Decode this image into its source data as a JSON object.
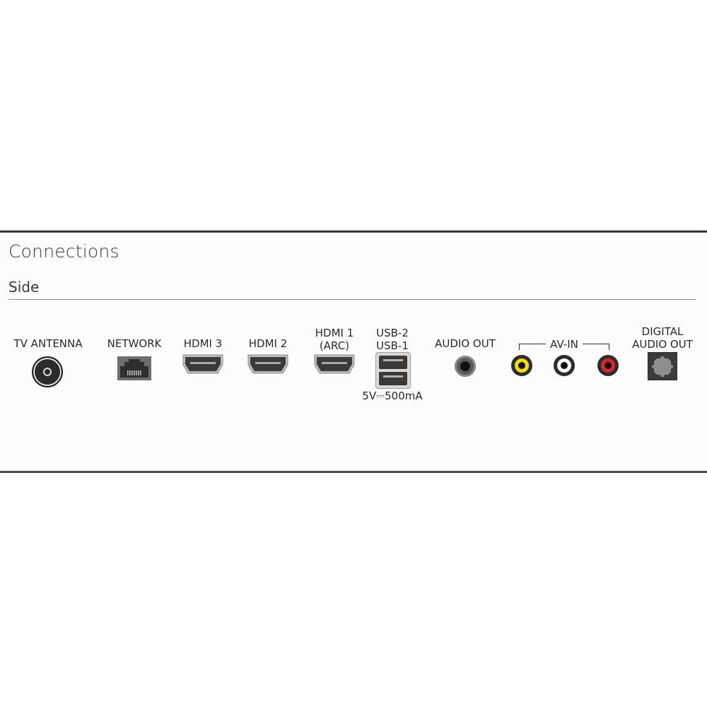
{
  "title": "Connections",
  "section": "Side",
  "ports": [
    {
      "id": "tv-antenna",
      "label": "TV ANTENNA",
      "type": "coax-icon"
    },
    {
      "id": "network",
      "label": "NETWORK",
      "type": "ethernet-rj45-icon"
    },
    {
      "id": "hdmi3",
      "label": "HDMI 3",
      "type": "hdmi-icon"
    },
    {
      "id": "hdmi2",
      "label": "HDMI 2",
      "type": "hdmi-icon"
    },
    {
      "id": "hdmi1",
      "label_line1": "HDMI 1",
      "label_line2": "(ARC)",
      "type": "hdmi-icon"
    },
    {
      "id": "usb",
      "label_line1": "USB-2",
      "label_line2": "USB-1",
      "note": "5V⎓500mA",
      "type": "usb-a-dual-icon"
    },
    {
      "id": "audio-out",
      "label": "AUDIO OUT",
      "type": "headphone-jack-icon"
    },
    {
      "id": "av-in",
      "label": "AV-IN",
      "type": "rca-icon",
      "jacks": [
        {
          "color_name": "yellow",
          "color": "#f2e000"
        },
        {
          "color_name": "white",
          "color": "#f4f4f4"
        },
        {
          "color_name": "red",
          "color": "#d8262c"
        }
      ]
    },
    {
      "id": "digital-audio-out",
      "label_line1": "DIGITAL",
      "label_line2": "AUDIO OUT",
      "type": "optical-toslink-icon"
    }
  ],
  "colors": {
    "border": "#3a3633",
    "panel_bg": "#fdfdfd",
    "text": "#2a2a2a",
    "divider": "#8a8a8a"
  }
}
